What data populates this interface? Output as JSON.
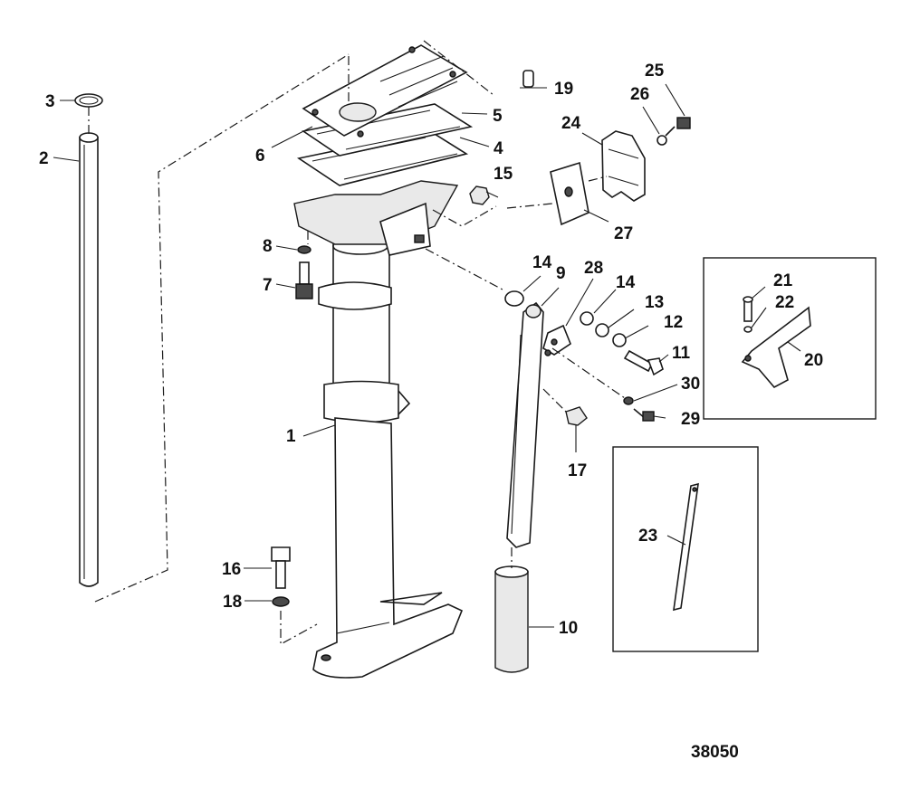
{
  "figure_number": "38050",
  "callouts": [
    {
      "id": "c1",
      "text": "1"
    },
    {
      "id": "c2",
      "text": "2"
    },
    {
      "id": "c3",
      "text": "3"
    },
    {
      "id": "c4",
      "text": "4"
    },
    {
      "id": "c5",
      "text": "5"
    },
    {
      "id": "c6",
      "text": "6"
    },
    {
      "id": "c7",
      "text": "7"
    },
    {
      "id": "c8",
      "text": "8"
    },
    {
      "id": "c9",
      "text": "9"
    },
    {
      "id": "c10",
      "text": "10"
    },
    {
      "id": "c11",
      "text": "11"
    },
    {
      "id": "c12",
      "text": "12"
    },
    {
      "id": "c13",
      "text": "13"
    },
    {
      "id": "c14a",
      "text": "14"
    },
    {
      "id": "c14b",
      "text": "14"
    },
    {
      "id": "c15",
      "text": "15"
    },
    {
      "id": "c16",
      "text": "16"
    },
    {
      "id": "c17",
      "text": "17"
    },
    {
      "id": "c18",
      "text": "18"
    },
    {
      "id": "c19",
      "text": "19"
    },
    {
      "id": "c20",
      "text": "20"
    },
    {
      "id": "c21",
      "text": "21"
    },
    {
      "id": "c22",
      "text": "22"
    },
    {
      "id": "c23",
      "text": "23"
    },
    {
      "id": "c24",
      "text": "24"
    },
    {
      "id": "c25",
      "text": "25"
    },
    {
      "id": "c26",
      "text": "26"
    },
    {
      "id": "c27",
      "text": "27"
    },
    {
      "id": "c28",
      "text": "28"
    },
    {
      "id": "c29",
      "text": "29"
    },
    {
      "id": "c30",
      "text": "30"
    }
  ]
}
